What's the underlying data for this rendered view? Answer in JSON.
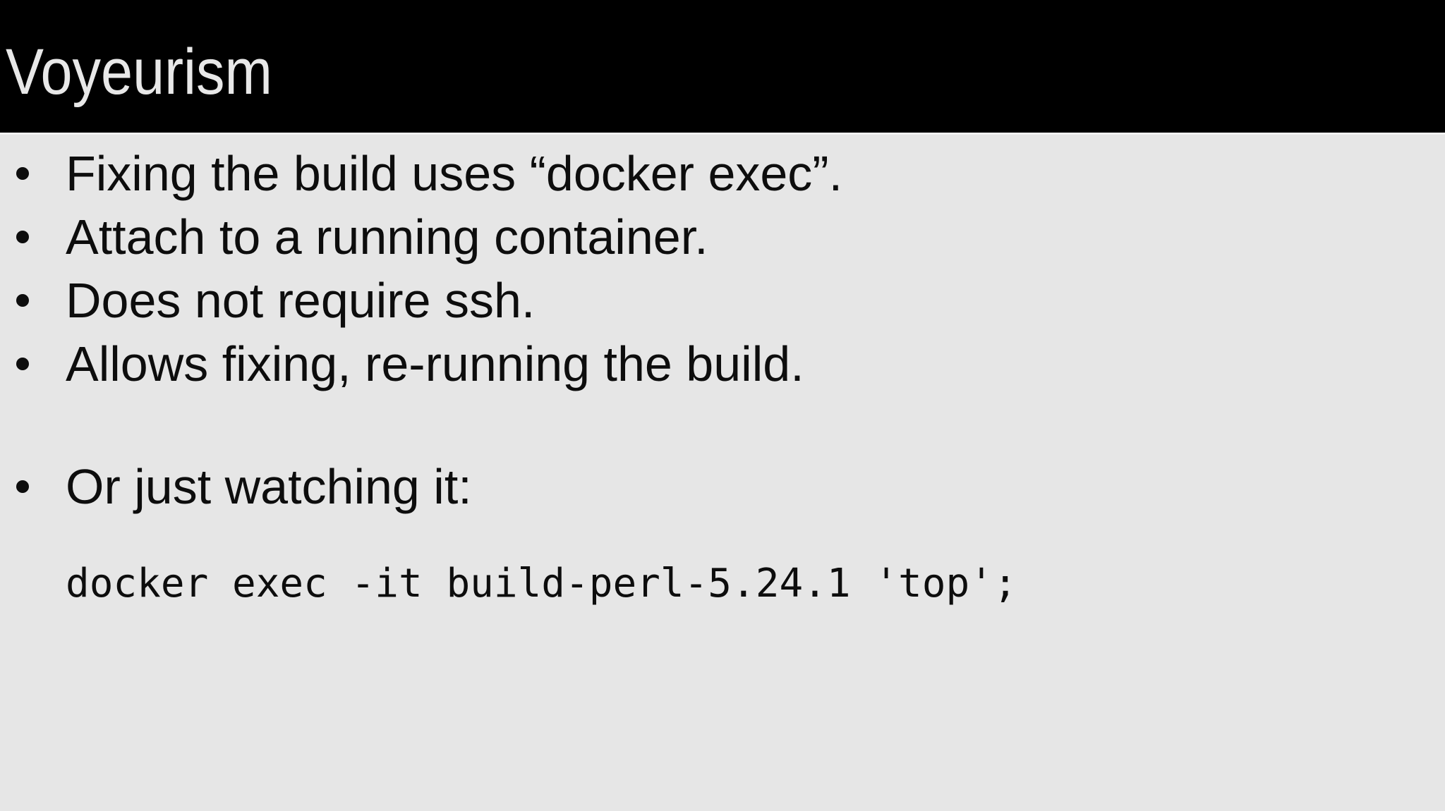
{
  "slide": {
    "title": "Voyeurism",
    "bullets": [
      "Fixing the build uses “docker exec”.",
      "Attach to a running container.",
      "Does not require ssh.",
      "Allows fixing, re-running the build."
    ],
    "second_bullets": [
      "Or just watching it:"
    ],
    "code_line": "docker exec -it build-perl-5.24.1 'top';"
  },
  "colors": {
    "header_bg": "#000000",
    "header_text": "#e8e8e8",
    "body_bg": "#e6e6e6",
    "body_text": "#0d0d0d"
  }
}
